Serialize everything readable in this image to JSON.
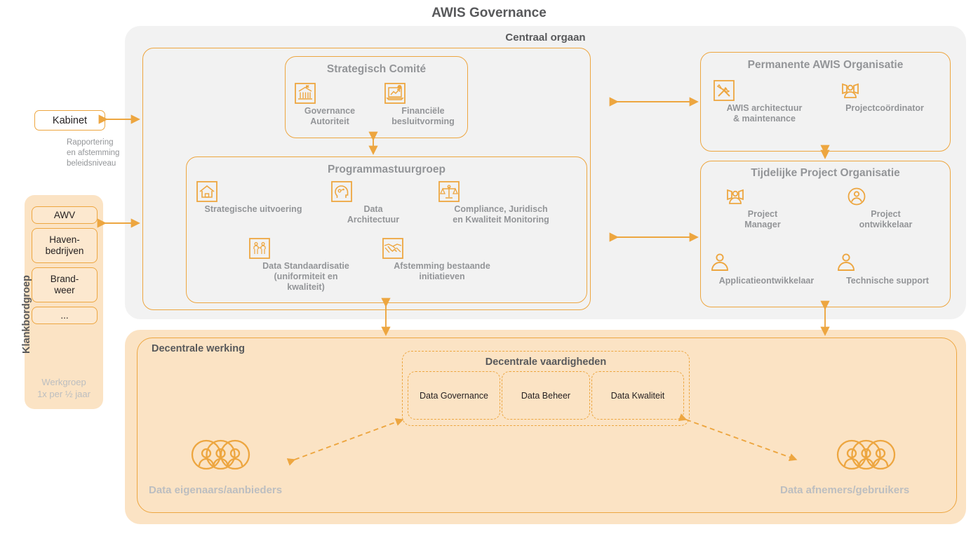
{
  "page": {
    "title": "AWIS Governance",
    "accent_color": "#eda640",
    "grey_panel_color": "#f2f2f2",
    "orange_panel_color": "#fbe3c4",
    "title_color": "#58595b",
    "label_color": "#939598"
  },
  "central_organ": {
    "label": "Centraal orgaan",
    "strategisch_comite": {
      "title": "Strategisch Comité",
      "items": [
        {
          "icon": "bank-institution-icon",
          "label": "Governance\nAutoriteit",
          "line1": "Governance",
          "line2": "Autoriteit"
        },
        {
          "icon": "financial-chart-laptop-icon",
          "label": "Financiële\nbesluitvorming",
          "line1": "Financiële",
          "line2": "besluitvorming"
        }
      ]
    },
    "programmastuurgroep": {
      "title": "Programmastuurgroep",
      "items": [
        {
          "icon": "house-icon",
          "line1": "Strategische uitvoering",
          "line2": ""
        },
        {
          "icon": "head-data-icon",
          "line1": "Data",
          "line2": "Architectuur"
        },
        {
          "icon": "scales-balance-icon",
          "line1": "Compliance, Juridisch",
          "line2": "en Kwaliteit Monitoring"
        },
        {
          "icon": "people-standards-icon",
          "line1": "Data Standaardisatie",
          "line2": "(uniformiteit en",
          "line3": "kwaliteit)"
        },
        {
          "icon": "handshake-icon",
          "line1": "Afstemming bestaande",
          "line2": "initiatieven"
        }
      ]
    }
  },
  "permanente_awis": {
    "title": "Permanente AWIS Organisatie",
    "items": [
      {
        "icon": "tools-wrench-screwdriver-icon",
        "line1": "AWIS architectuur",
        "line2": "& maintenance"
      },
      {
        "icon": "presenter-person-icon",
        "line1": "Projectcoördinator",
        "line2": ""
      }
    ]
  },
  "tijdelijke_project": {
    "title": "Tijdelijke Project Organisatie",
    "items": [
      {
        "icon": "presenter-person-icon",
        "line1": "Project",
        "line2": "Manager"
      },
      {
        "icon": "user-circle-icon",
        "line1": "Project",
        "line2": "ontwikkelaar"
      },
      {
        "icon": "user-icon",
        "line1": "Applicatieontwikkelaar",
        "line2": ""
      },
      {
        "icon": "user-icon",
        "line1": "Technische support",
        "line2": ""
      }
    ]
  },
  "kabinet": {
    "label": "Kabinet",
    "note": "Rapportering\nen afstemming\nbeleidsniveau",
    "note_line1": "Rapportering",
    "note_line2": "en afstemming",
    "note_line3": "beleidsniveau"
  },
  "klankbordgroep": {
    "label": "Klankbordgroep",
    "chips": [
      {
        "line1": "AWV",
        "line2": ""
      },
      {
        "line1": "Haven-",
        "line2": "bedrijven"
      },
      {
        "line1": "Brand-",
        "line2": "weer"
      },
      {
        "line1": "...",
        "line2": ""
      }
    ],
    "note_line1": "Werkgroep",
    "note_line2": "1x per ½ jaar"
  },
  "decentrale_werking": {
    "title": "Decentrale werking",
    "vaardigheden_title": "Decentrale vaardigheden",
    "capabilities": [
      "Data Governance",
      "Data Beheer",
      "Data Kwaliteit"
    ],
    "owners": {
      "label": "Data eigenaars/aanbieders",
      "icon": "people-group-icon"
    },
    "consumers": {
      "label": "Data afnemers/gebruikers",
      "icon": "people-group-icon"
    }
  }
}
